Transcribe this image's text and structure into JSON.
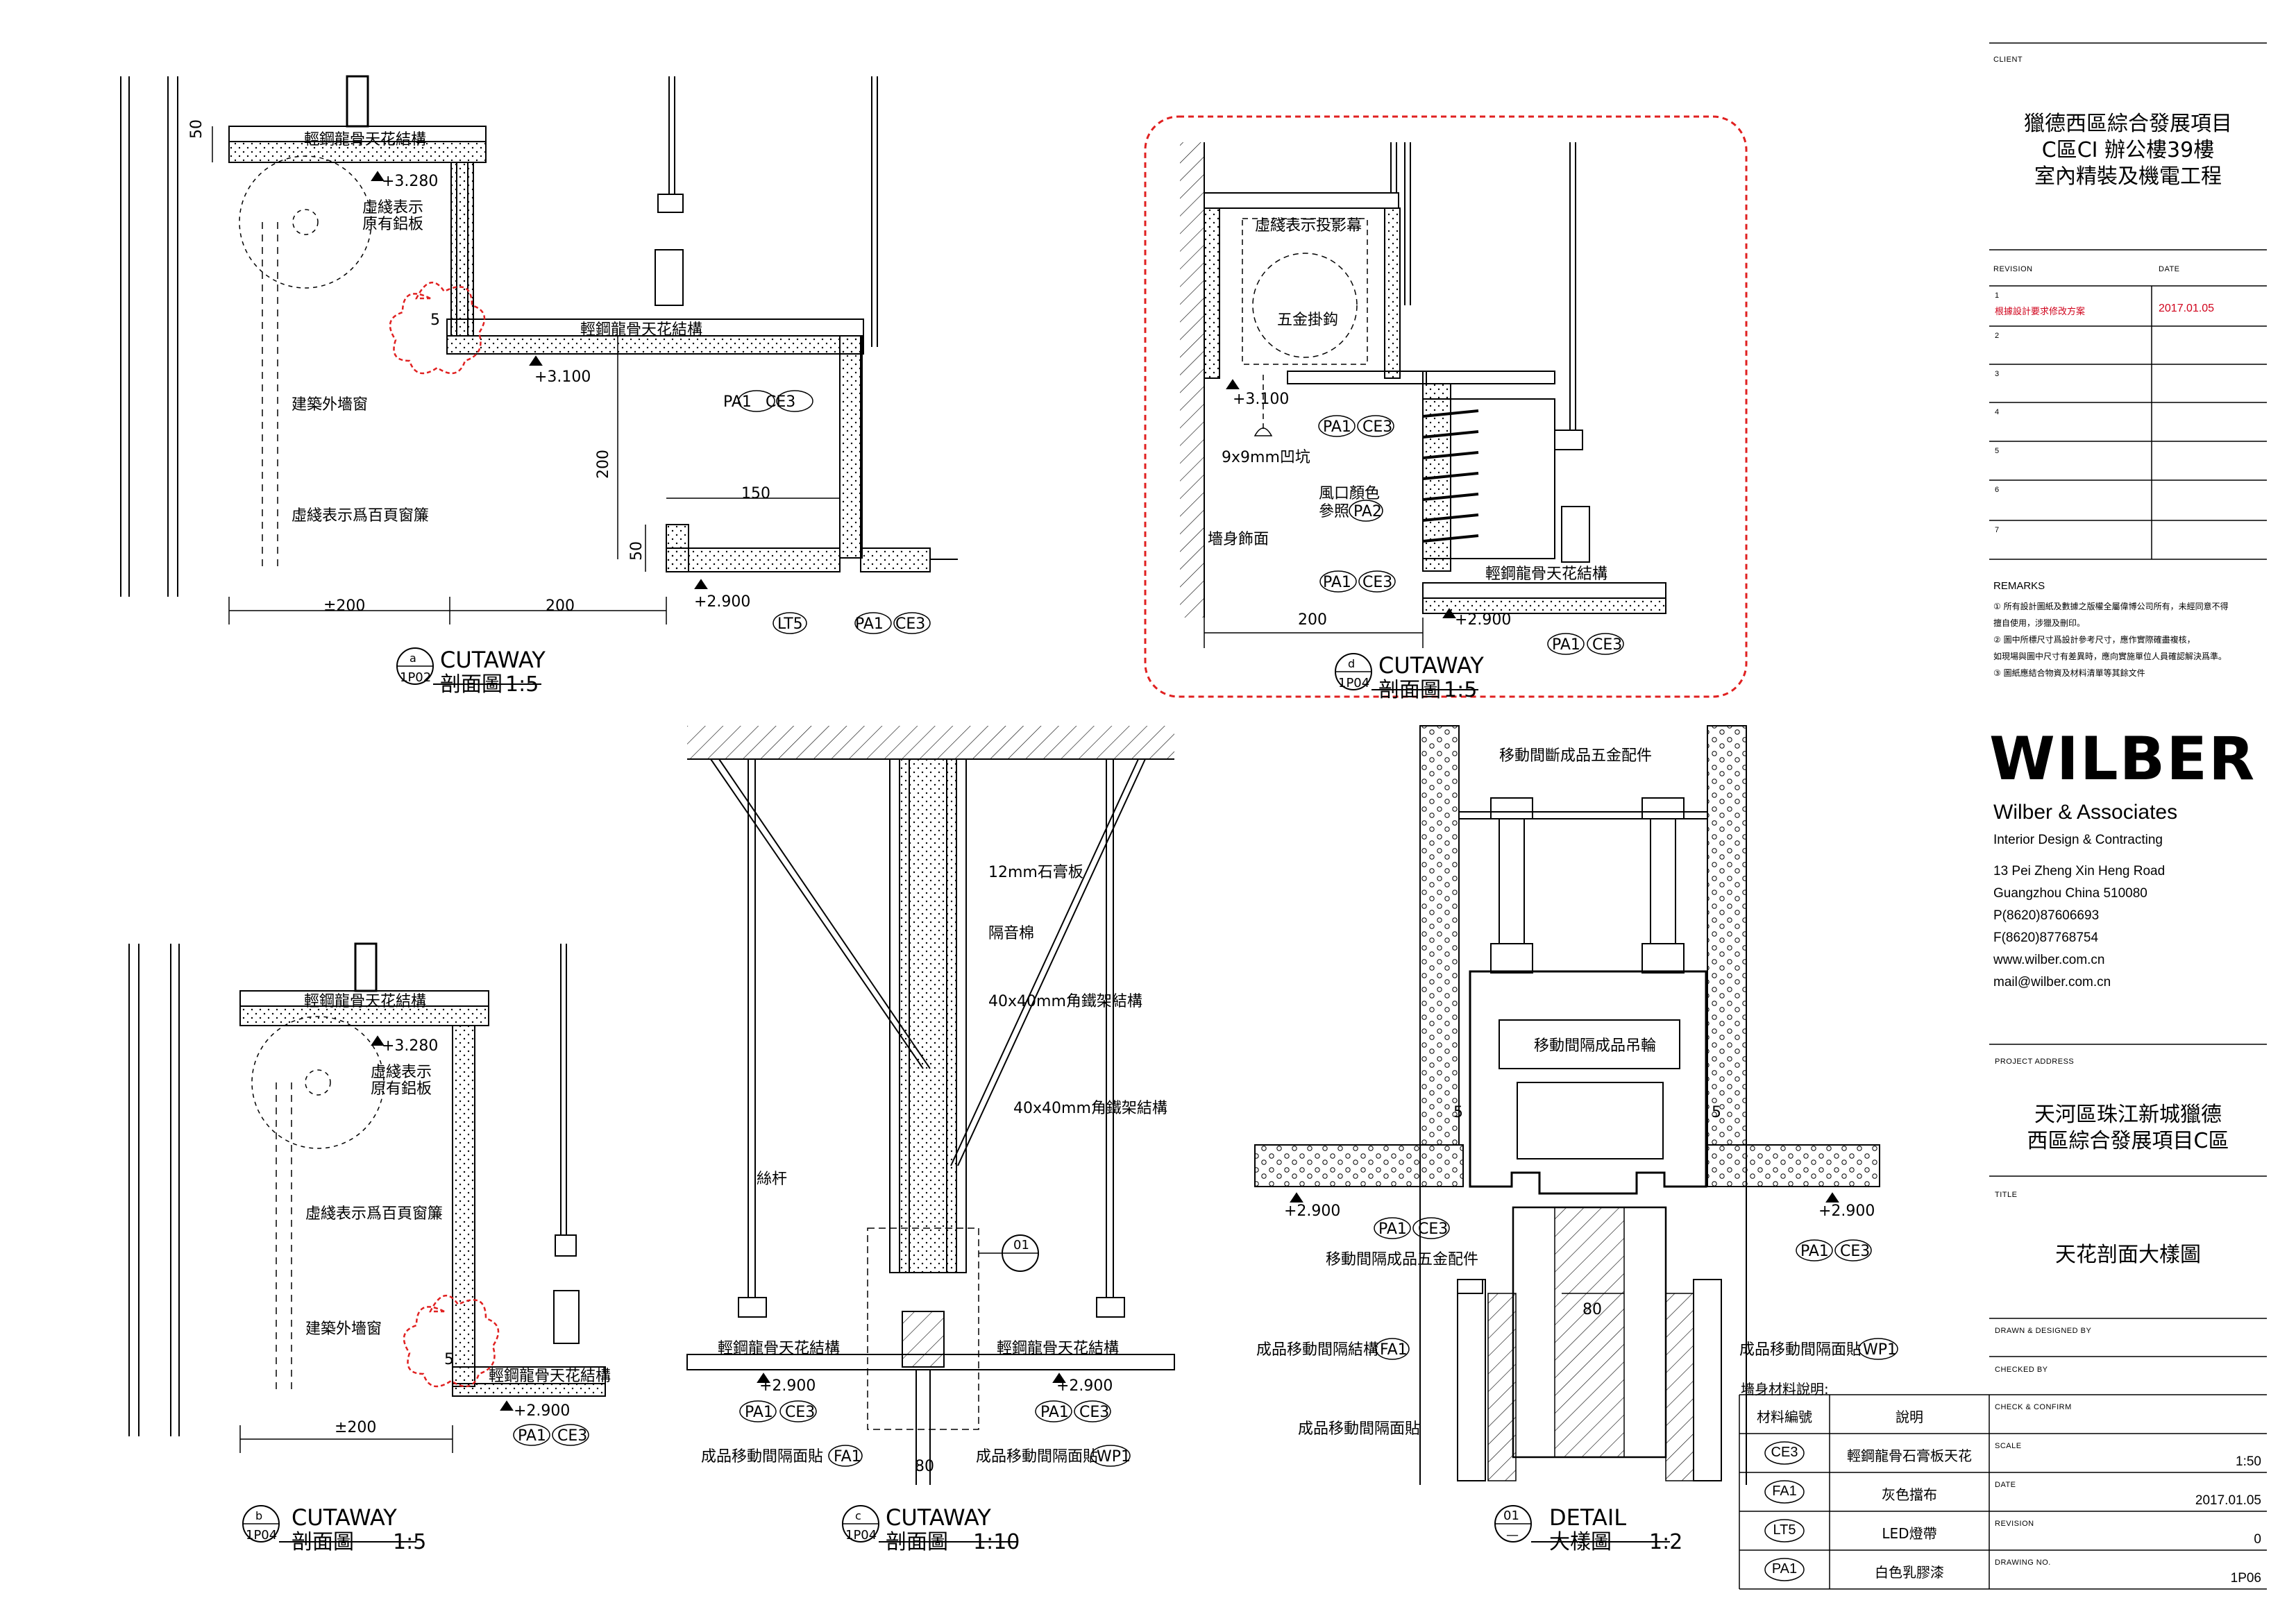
{
  "title_block": {
    "client_label": "CLIENT",
    "client_lines": [
      "獵德西區綜合發展項目",
      "C區CI 辦公樓39樓",
      "室內精裝及機電工程"
    ],
    "revision_label": "REVISION",
    "date_label": "DATE",
    "revisions": [
      {
        "no": "1",
        "desc": "根據設計要求修改方案",
        "date": "2017.01.05"
      },
      {
        "no": "2",
        "desc": "",
        "date": ""
      },
      {
        "no": "3",
        "desc": "",
        "date": ""
      },
      {
        "no": "4",
        "desc": "",
        "date": ""
      },
      {
        "no": "5",
        "desc": "",
        "date": ""
      },
      {
        "no": "6",
        "desc": "",
        "date": ""
      },
      {
        "no": "7",
        "desc": "",
        "date": ""
      }
    ],
    "remarks_label": "REMARKS",
    "remarks": [
      "① 所有設計圖紙及數據之版權全屬偉博公司所有，未經同意不得",
      "   擅自使用，涉獵及刪印。",
      "② 圖中所標尺寸爲設計參考尺寸，應作實際確盡複核，",
      "   如現場與圖中尺寸有差異時，應向實施單位人員確認解決爲準。",
      "③ 圖紙應結合物資及材料清單等其餘文件"
    ],
    "logo": "WILBER",
    "company": "Wilber & Associates",
    "company_sub": "Interior Design & Contracting",
    "address_lines": [
      "13 Pei Zheng Xin Heng Road",
      "Guangzhou China 510080",
      "P(8620)87606693",
      "F(8620)87768754",
      "www.wilber.com.cn",
      "mail@wilber.com.cn"
    ],
    "project_address_label": "PROJECT ADDRESS",
    "project_address_lines": [
      "天河區珠江新城獵德",
      "西區綜合發展項目C區"
    ],
    "title_label": "TITLE",
    "title": "天花剖面大樣圖",
    "drawn_label": "DRAWN & DESIGNED BY",
    "checked_label": "CHECKED BY",
    "confirm_label": "CHECK & CONFIRM",
    "scale_label": "SCALE",
    "scale": "1:50",
    "date_field_label": "DATE",
    "date": "2017.01.05",
    "revision_field_label": "REVISION",
    "revision_value": "0",
    "drawing_no_label": "DRAWING NO.",
    "drawing_no": "1P06"
  },
  "material_legend": {
    "heading": "墻身材料說明:",
    "col_code": "材料編號",
    "col_desc": "說明",
    "rows": [
      {
        "code": "CE3",
        "desc": "輕鋼龍骨石膏板天花"
      },
      {
        "code": "FA1",
        "desc": "灰色擋布"
      },
      {
        "code": "LT5",
        "desc": "LED燈帶"
      },
      {
        "code": "PA1",
        "desc": "白色乳膠漆"
      }
    ]
  },
  "views": {
    "a": {
      "id": "a",
      "ref": "1P02",
      "title": "CUTAWAY",
      "subtitle": "剖面圖",
      "scale": "1:5"
    },
    "b": {
      "id": "b",
      "ref": "1P04",
      "title": "CUTAWAY",
      "subtitle": "剖面圖",
      "scale": "1:5"
    },
    "c": {
      "id": "c",
      "ref": "1P04",
      "title": "CUTAWAY",
      "subtitle": "剖面圖",
      "scale": "1:10"
    },
    "d": {
      "id": "d",
      "ref": "1P04",
      "title": "CUTAWAY",
      "subtitle": "剖面圖",
      "scale": "1:5"
    },
    "e": {
      "id": "01",
      "ref": "—",
      "title": "DETAIL",
      "subtitle": "大樣圖",
      "scale": "1:2"
    }
  },
  "notes": {
    "ceiling_struct": "輕鋼龍骨天花結構",
    "dashed_curtain_box": "虛綫表示原有鋁板",
    "building_window": "建築外墻窗",
    "dashed_blinds": "虛綫表示爲百頁窗簾",
    "dashed_projector": "虛綫表示投影幕",
    "hardware": "五金掛鈎",
    "groove": "9x9mm凹坑",
    "vent_color": "風口顏色",
    "refer": "參照",
    "wall_finish": "墻身飾面",
    "gypsum": "12mm石膏板",
    "insulation": "隔音棉",
    "steel_frame": "40x40mm角鐵架結構",
    "rod": "絲杆",
    "partition_panel": "成品移動間隔面貼",
    "partition_hardware": "移動間斷成品五金配件",
    "partition_hanger": "移動間隔成品吊輪",
    "partition_hw2": "移動間隔成品五金配件",
    "partition_struct": "成品移動間隔結構",
    "partition_panel2": "成品移動間隔面貼"
  },
  "levels": {
    "l3280": "+3.280",
    "l3100": "+3.100",
    "l2900": "+2.900"
  },
  "dims": {
    "d50": "50",
    "d200": "200",
    "d150": "150",
    "d5": "5",
    "d_pm200": "±200",
    "d80": "80"
  },
  "codes": {
    "PA1": "PA1",
    "CE3": "CE3",
    "LT5": "LT5",
    "PA2": "PA2",
    "FA1": "FA1",
    "WP1": "WP1"
  }
}
